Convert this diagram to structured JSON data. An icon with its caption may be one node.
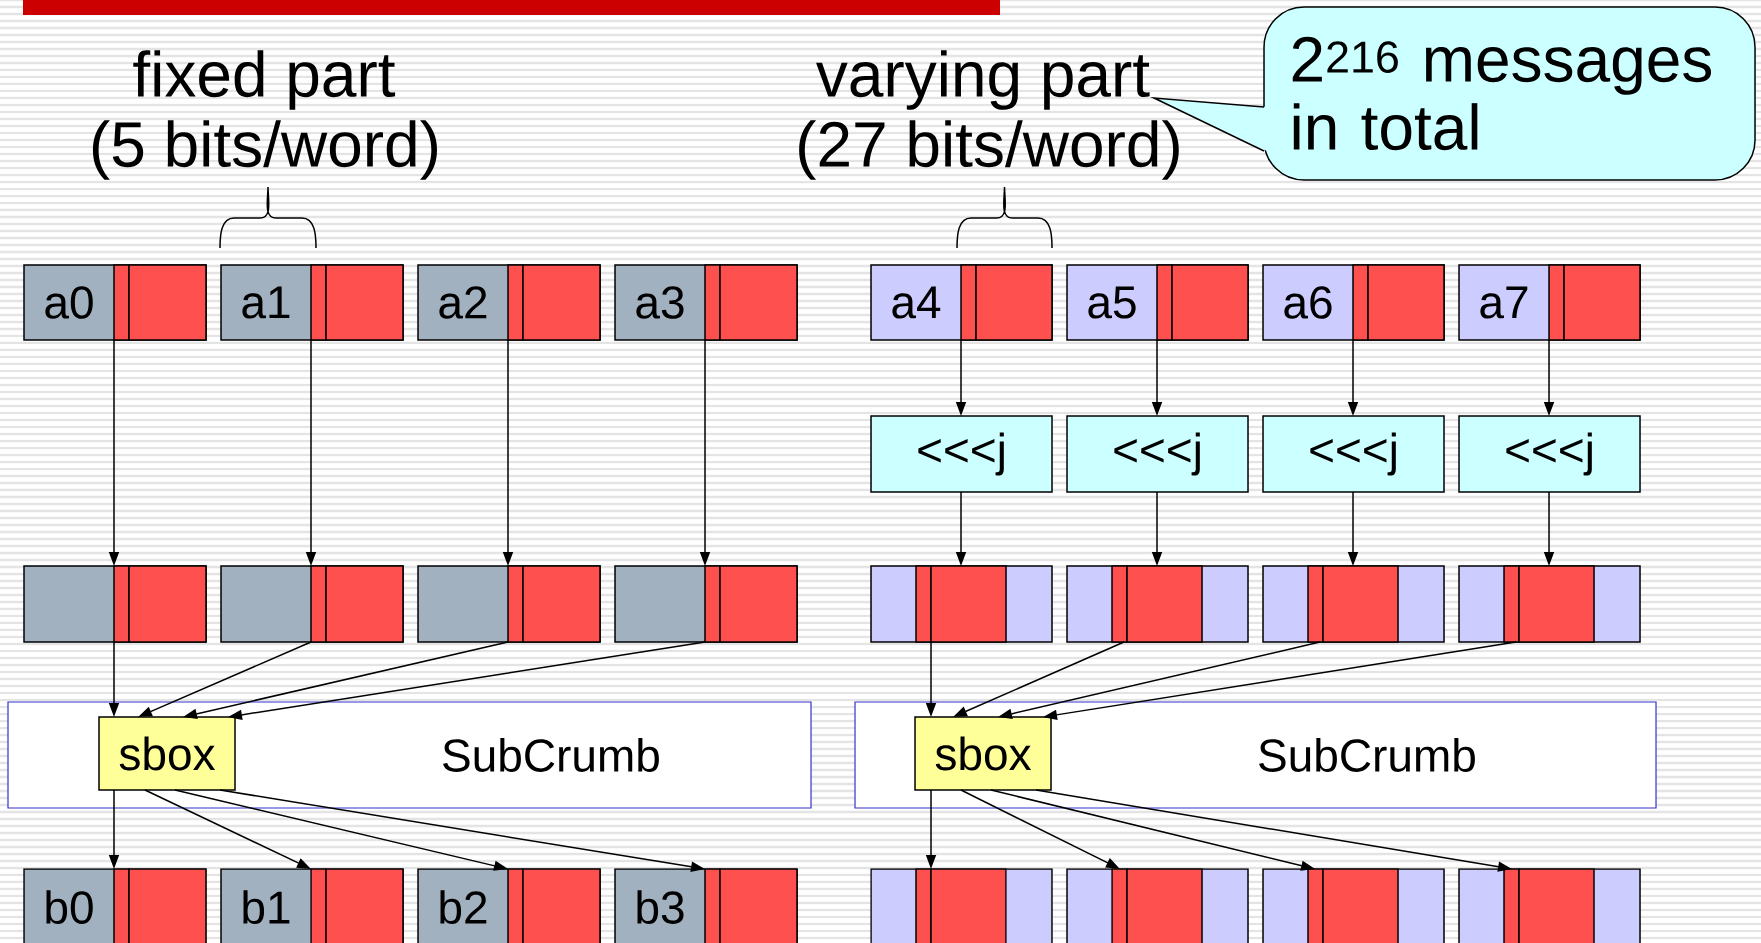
{
  "diagram": {
    "nodes": [
      {
        "text": [
          "2$^{216}$ messages in total"
        ]
      },
      {
        "text": [
          "a0"
        ]
      },
      {
        "text": [
          "a1"
        ]
      },
      {
        "text": [
          "a2"
        ]
      },
      {
        "text": [
          "a3"
        ]
      },
      {
        "text": [
          "a4"
        ]
      },
      {
        "text": [
          "a5"
        ]
      },
      {
        "text": [
          "a6"
        ]
      },
      {
        "text": [
          "a7"
        ]
      },
      {
        "text": [
          "<<<j"
        ]
      },
      {
        "text": [
          "<<<j"
        ]
      },
      {
        "text": [
          "<<<j"
        ]
      },
      {
        "text": [
          "<<<j"
        ]
      },
      {
        "text": [],
        "shape": "box"
      },
      {
        "text": [],
        "shape": "box"
      },
      {
        "text": [],
        "shape": "box"
      },
      {
        "text": [],
        "shape": "box"
      },
      {
        "text": [],
        "shape": "box"
      },
      {
        "text": [],
        "shape": "box"
      },
      {
        "text": [],
        "shape": "box"
      },
      {
        "text": [],
        "shape": "box"
      },
      {
        "text": [
          "SubCrumb"
        ]
      },
      {
        "text": [
          "sbox"
        ],
        "in": 21
      },
      {
        "text": [
          "SubCrumb"
        ]
      },
      {
        "text": [
          "sbox"
        ],
        "in": 23
      },
      {
        "text": [
          "b0"
        ]
      },
      {
        "text": [
          "b1"
        ]
      },
      {
        "text": [
          "b2"
        ]
      },
      {
        "text": [
          "b3"
        ]
      },
      {
        "text": [],
        "shape": "box"
      },
      {
        "text": [],
        "shape": "box"
      },
      {
        "text": [],
        "shape": "box"
      },
      {
        "text": [],
        "shape": "box"
      }
    ],
    "edges": [
      {
        "from": 1,
        "to": 13,
        "arrow": "to"
      },
      {
        "from": 2,
        "to": 14,
        "arrow": "to"
      },
      {
        "from": 3,
        "to": 15,
        "arrow": "to"
      },
      {
        "from": 4,
        "to": 16,
        "arrow": "to"
      },
      {
        "from": 5,
        "to": 9,
        "arrow": "to"
      },
      {
        "from": 6,
        "to": 10,
        "arrow": "to"
      },
      {
        "from": 7,
        "to": 11,
        "arrow": "to"
      },
      {
        "from": 8,
        "to": 12,
        "arrow": "to"
      },
      {
        "from": 9,
        "to": 17,
        "arrow": "to"
      },
      {
        "from": 10,
        "to": 18,
        "arrow": "to"
      },
      {
        "from": 11,
        "to": 19,
        "arrow": "to"
      },
      {
        "from": 12,
        "to": 20,
        "arrow": "to"
      },
      {
        "from": 13,
        "to": 22,
        "arrow": "to"
      },
      {
        "from": 14,
        "to": 22,
        "arrow": "to"
      },
      {
        "from": 15,
        "to": 22,
        "arrow": "to"
      },
      {
        "from": 16,
        "to": 22,
        "arrow": "to"
      },
      {
        "from": 17,
        "to": 24,
        "arrow": "to"
      },
      {
        "from": 18,
        "to": 24,
        "arrow": "to"
      },
      {
        "from": 19,
        "to": 24,
        "arrow": "to"
      },
      {
        "from": 20,
        "to": 24,
        "arrow": "to"
      },
      {
        "from": 22,
        "to": 25,
        "arrow": "to"
      },
      {
        "from": 22,
        "to": 26,
        "arrow": "to"
      },
      {
        "from": 22,
        "to": 27,
        "arrow": "to"
      },
      {
        "from": 22,
        "to": 28,
        "arrow": "to"
      },
      {
        "from": 24,
        "to": 29,
        "arrow": "to"
      },
      {
        "from": 24,
        "to": 30,
        "arrow": "to"
      },
      {
        "from": 24,
        "to": 31,
        "arrow": "to"
      },
      {
        "from": 24,
        "to": 32,
        "arrow": "to"
      }
    ],
    "labels": [
      "fixed part",
      "(5 bits/word)",
      "varying part",
      "(27 bits/word)"
    ]
  }
}
